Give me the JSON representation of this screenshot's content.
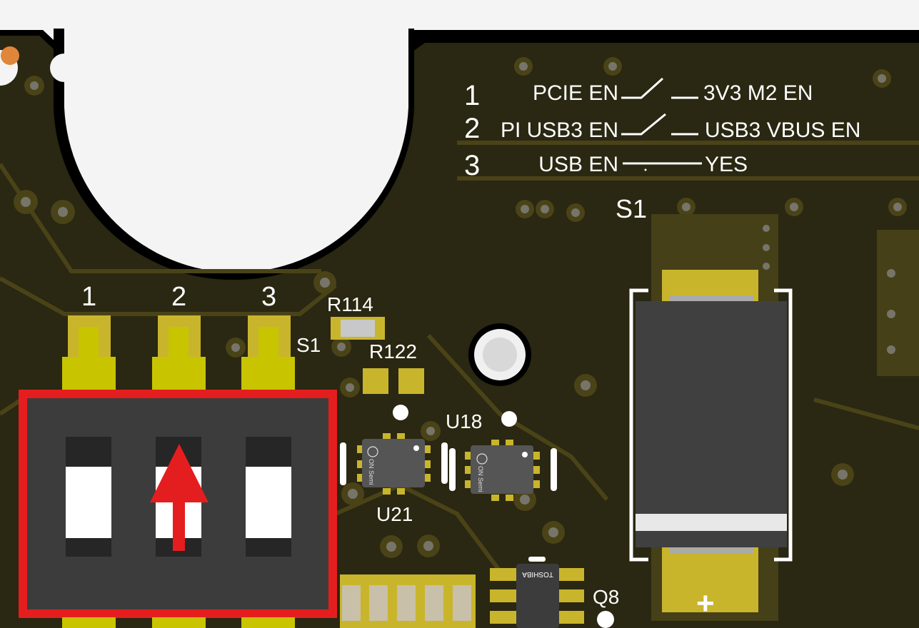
{
  "legend": {
    "rows": [
      {
        "num": "1",
        "left": "PCIE EN",
        "right": "3V3 M2 EN"
      },
      {
        "num": "2",
        "left": "PI USB3 EN",
        "right": "USB3 VBUS EN"
      },
      {
        "num": "3",
        "left": "USB EN",
        "right": "YES"
      }
    ]
  },
  "designators": {
    "s1_big": "S1",
    "s1_small": "S1",
    "r114": "R114",
    "r122": "R122",
    "u18": "U18",
    "u21": "U21",
    "q8": "Q8",
    "plus": "+"
  },
  "dip_switch": {
    "labels": [
      "1",
      "2",
      "3"
    ],
    "positions": [
      "off",
      "on",
      "off"
    ]
  },
  "chip_marking": "ON Semi",
  "q8_marking": "TOSHIBA",
  "colors": {
    "board": "#2a2712",
    "trace": "#4a4318",
    "pad": "#c9b52c",
    "highlight": "#e41e1e",
    "body": "#3c3c3c"
  }
}
